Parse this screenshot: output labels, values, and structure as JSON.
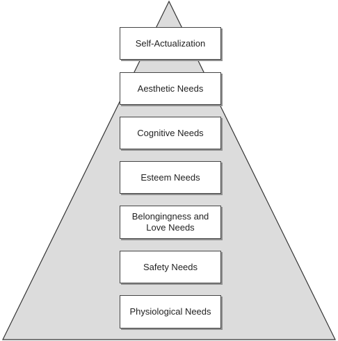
{
  "diagram": {
    "fill_color": "#dcdcdc",
    "stroke_color": "#333333",
    "levels": [
      {
        "label": "Self-Actualization"
      },
      {
        "label": "Aesthetic Needs"
      },
      {
        "label": "Cognitive Needs"
      },
      {
        "label": "Esteem Needs"
      },
      {
        "label": "Belongingness and Love Needs"
      },
      {
        "label": "Safety Needs"
      },
      {
        "label": "Physiological Needs"
      }
    ]
  }
}
